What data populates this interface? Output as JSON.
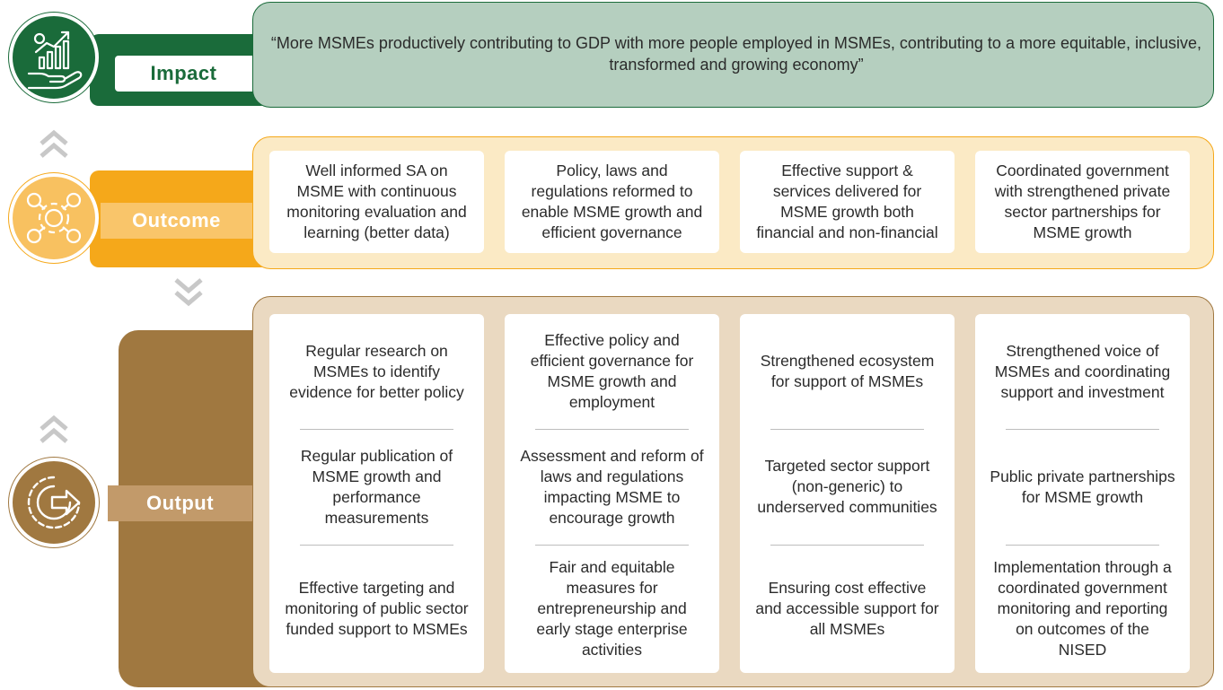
{
  "impact": {
    "label": "Impact",
    "statement": "“More MSMEs productively contributing to GDP with more people employed in MSMEs, contributing to a more equitable, inclusive, transformed and growing economy”",
    "icon": "growth-hand-icon",
    "color": "#1a6b3a"
  },
  "outcome": {
    "label": "Outcome",
    "icon": "gears-icon",
    "color": "#f5a81a",
    "items": [
      "Well informed SA on MSME with continuous monitoring evaluation and learning (better data)",
      "Policy, laws and regulations reformed to enable MSME growth and efficient governance",
      "Effective support & services delivered for MSME growth both financial and non-financial",
      "Coordinated government with strengthened private sector partnerships for MSME growth"
    ]
  },
  "output": {
    "label": "Output",
    "icon": "gear-arrow-icon",
    "color": "#a07840",
    "columns": [
      {
        "items": [
          "Regular research on MSMEs to identify evidence for better policy",
          "Regular publication of MSME growth and performance measurements",
          "Effective targeting and monitoring of public sector funded support to MSMEs"
        ]
      },
      {
        "items": [
          "Effective policy and efficient governance for MSME growth and employment",
          "Assessment and reform of laws and regulations impacting MSME to encourage growth",
          "Fair and equitable measures for entrepreneurship and early stage enterprise activities"
        ]
      },
      {
        "items": [
          "Strengthened ecosystem for support of MSMEs",
          "Targeted sector support (non-generic) to underserved communities",
          "Ensuring cost effective and accessible support for all MSMEs"
        ]
      },
      {
        "items": [
          "Strengthened voice of MSMEs and coordinating support and investment",
          "Public private partnerships for MSME growth",
          "Implementation through a coordinated government monitoring and reporting on outcomes of the NISED"
        ]
      }
    ]
  }
}
